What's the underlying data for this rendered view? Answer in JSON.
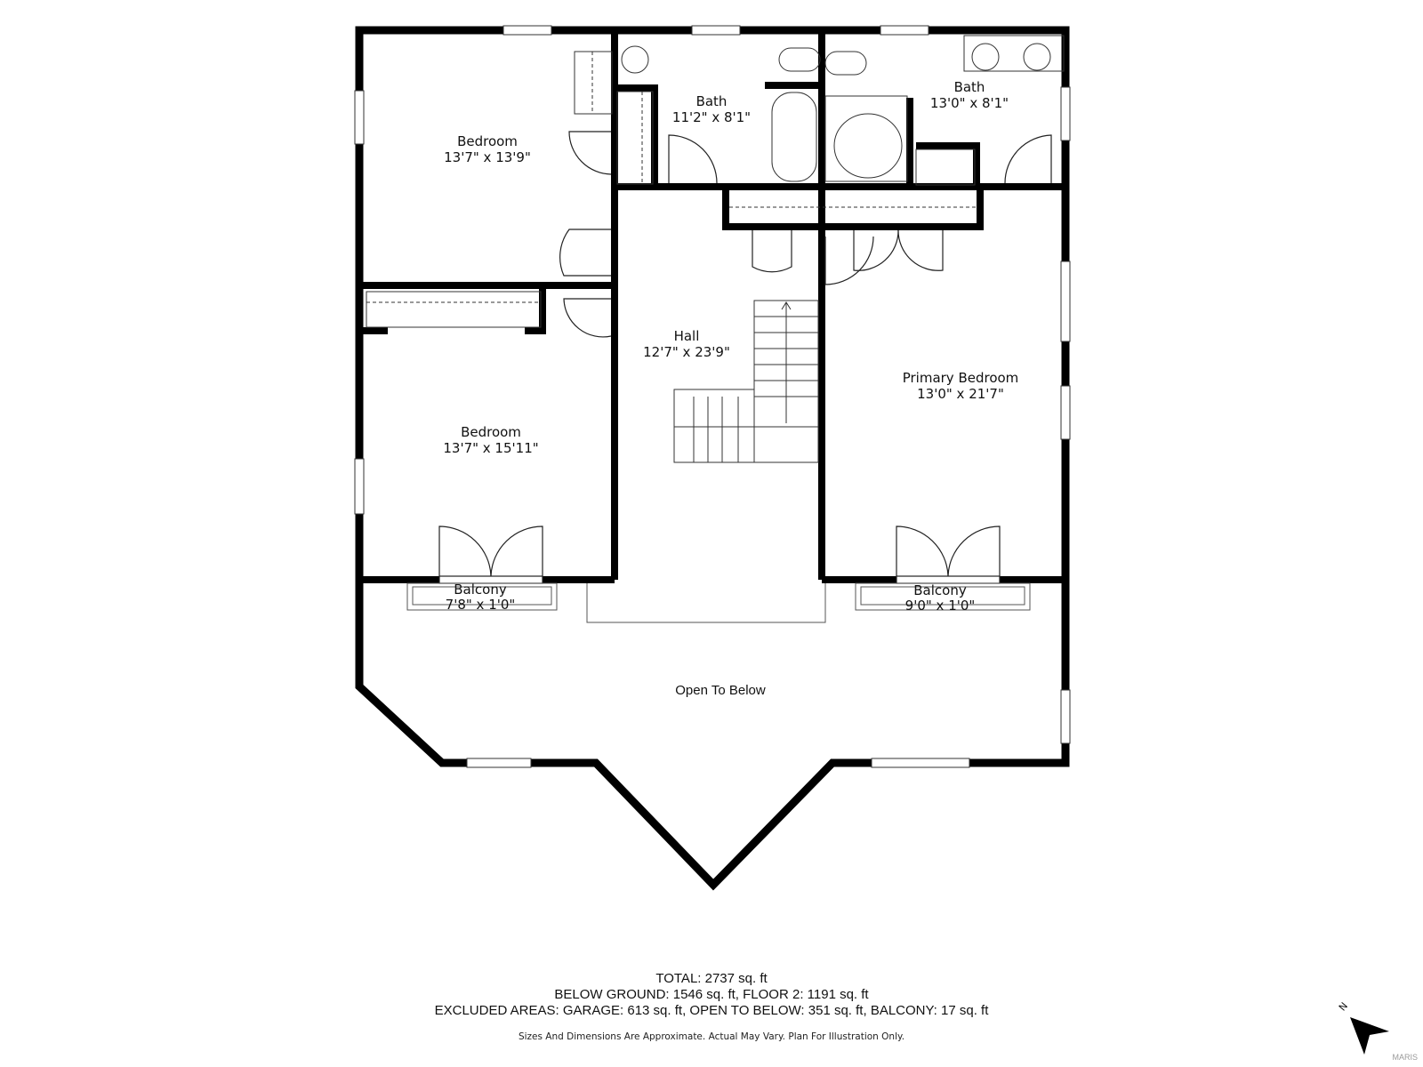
{
  "floorplan": {
    "rooms": [
      {
        "id": "bedroom-1",
        "name": "Bedroom",
        "dimensions": "13'7\" x 13'9\""
      },
      {
        "id": "bath-1",
        "name": "Bath",
        "dimensions": "11'2\" x 8'1\""
      },
      {
        "id": "bath-2",
        "name": "Bath",
        "dimensions": "13'0\" x 8'1\""
      },
      {
        "id": "hall",
        "name": "Hall",
        "dimensions": "12'7\" x 23'9\""
      },
      {
        "id": "primary-bedroom",
        "name": "Primary Bedroom",
        "dimensions": "13'0\" x 21'7\""
      },
      {
        "id": "bedroom-2",
        "name": "Bedroom",
        "dimensions": "13'7\" x 15'11\""
      },
      {
        "id": "balcony-1",
        "name": "Balcony",
        "dimensions": "7'8\" x 1'0\""
      },
      {
        "id": "balcony-2",
        "name": "Balcony",
        "dimensions": "9'0\" x 1'0\""
      },
      {
        "id": "open-to-below",
        "name": "Open To Below",
        "dimensions": ""
      }
    ]
  },
  "summary": {
    "total": "TOTAL: 2737 sq. ft",
    "floors": "BELOW GROUND: 1546 sq. ft, FLOOR 2: 1191 sq. ft",
    "excluded": "EXCLUDED AREAS: GARAGE: 613 sq. ft, OPEN TO BELOW: 351 sq. ft, BALCONY: 17 sq. ft"
  },
  "disclaimer": "Sizes And Dimensions Are Approximate. Actual May Vary. Plan For Illustration Only.",
  "compass": {
    "label": "N",
    "icon": "north-arrow-icon"
  },
  "brand": "MARIS",
  "colors": {
    "wall": "#000000",
    "line": "#333333",
    "background": "#ffffff"
  }
}
